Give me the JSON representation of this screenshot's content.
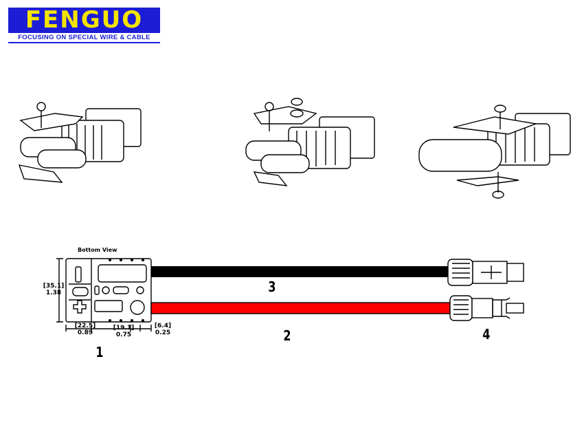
{
  "logo": {
    "name": "FENGUO",
    "tagline": "FOCUSING ON SPECIAL WIRE & CABLE"
  },
  "drawing": {
    "view_label": "Bottom View",
    "dimensions": {
      "height": {
        "mm": "[35.1]",
        "in": "1.38"
      },
      "width_a": {
        "mm": "[22.5]",
        "in": "0.89"
      },
      "width_b": {
        "mm": "[19.1]",
        "in": "0.75"
      },
      "width_c": {
        "mm": "[6.4]",
        "in": "0.25"
      }
    },
    "callouts": [
      "1",
      "2",
      "3",
      "4"
    ],
    "colors": {
      "black_wire": "#000000",
      "red_wire": "#ff0000"
    }
  }
}
